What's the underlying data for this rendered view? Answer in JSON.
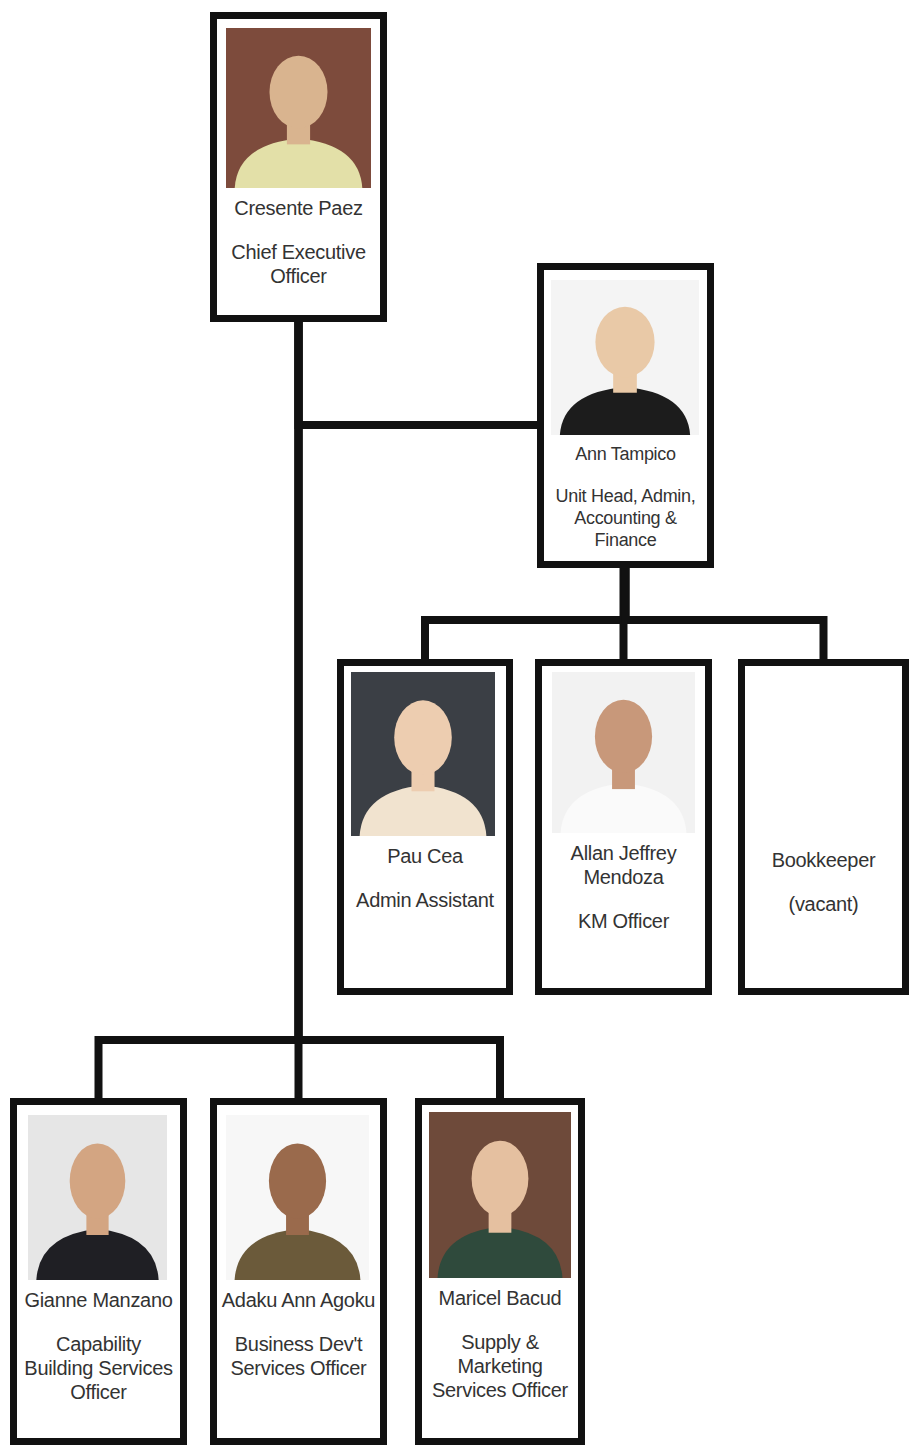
{
  "diagram": {
    "nodes": [
      {
        "text": [
          "Cresente Paez",
          "Chief Executive Officer"
        ]
      },
      {
        "text": [
          "Ann Tampico",
          "Unit Head, Admin, Accounting & Finance"
        ]
      },
      {
        "text": [
          "Pau Cea",
          "Admin Assistant"
        ]
      },
      {
        "text": [
          "Allan Jeffrey Mendoza",
          "KM Officer"
        ]
      },
      {
        "text": [
          "Bookkeeper",
          "(vacant)"
        ]
      },
      {
        "text": [
          "Gianne Manzano",
          "Capability Building Services Officer"
        ]
      },
      {
        "text": [
          "Adaku Ann Agoku",
          "Business Dev't Services Officer"
        ]
      },
      {
        "text": [
          "Maricel Bacud",
          "Supply & Marketing Services Officer"
        ]
      }
    ],
    "edges": [
      {
        "from": 0,
        "to": 1,
        "arrow": "none"
      },
      {
        "from": 1,
        "to": 2,
        "arrow": "none"
      },
      {
        "from": 1,
        "to": 3,
        "arrow": "none"
      },
      {
        "from": 1,
        "to": 4,
        "arrow": "none"
      },
      {
        "from": 0,
        "to": 5,
        "arrow": "none"
      },
      {
        "from": 0,
        "to": 6,
        "arrow": "none"
      },
      {
        "from": 0,
        "to": 7,
        "arrow": "none"
      }
    ]
  }
}
